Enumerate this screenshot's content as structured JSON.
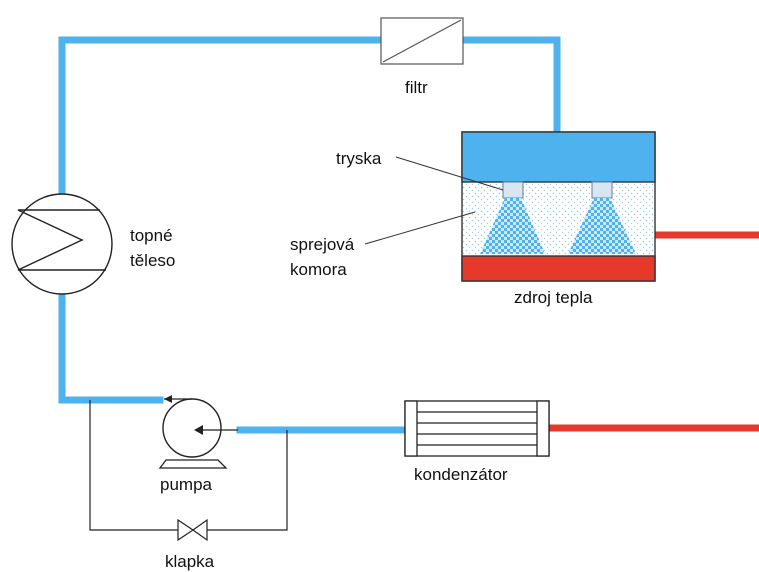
{
  "labels": {
    "filtr": "filtr",
    "tryska": "tryska",
    "topne_line1": "topné",
    "topne_line2": "těleso",
    "sprejova_line1": "sprejová",
    "sprejova_line2": "komora",
    "zdroj_tepla": "zdroj tepla",
    "pumpa": "pumpa",
    "kondenzator": "kondenzátor",
    "klapka": "klapka"
  },
  "colors": {
    "cold_pipe": "#4db2ee",
    "hot_pipe": "#e53a2b",
    "spray_chamber_top": "#4db2ee",
    "heat_source": "#e53a2b"
  }
}
